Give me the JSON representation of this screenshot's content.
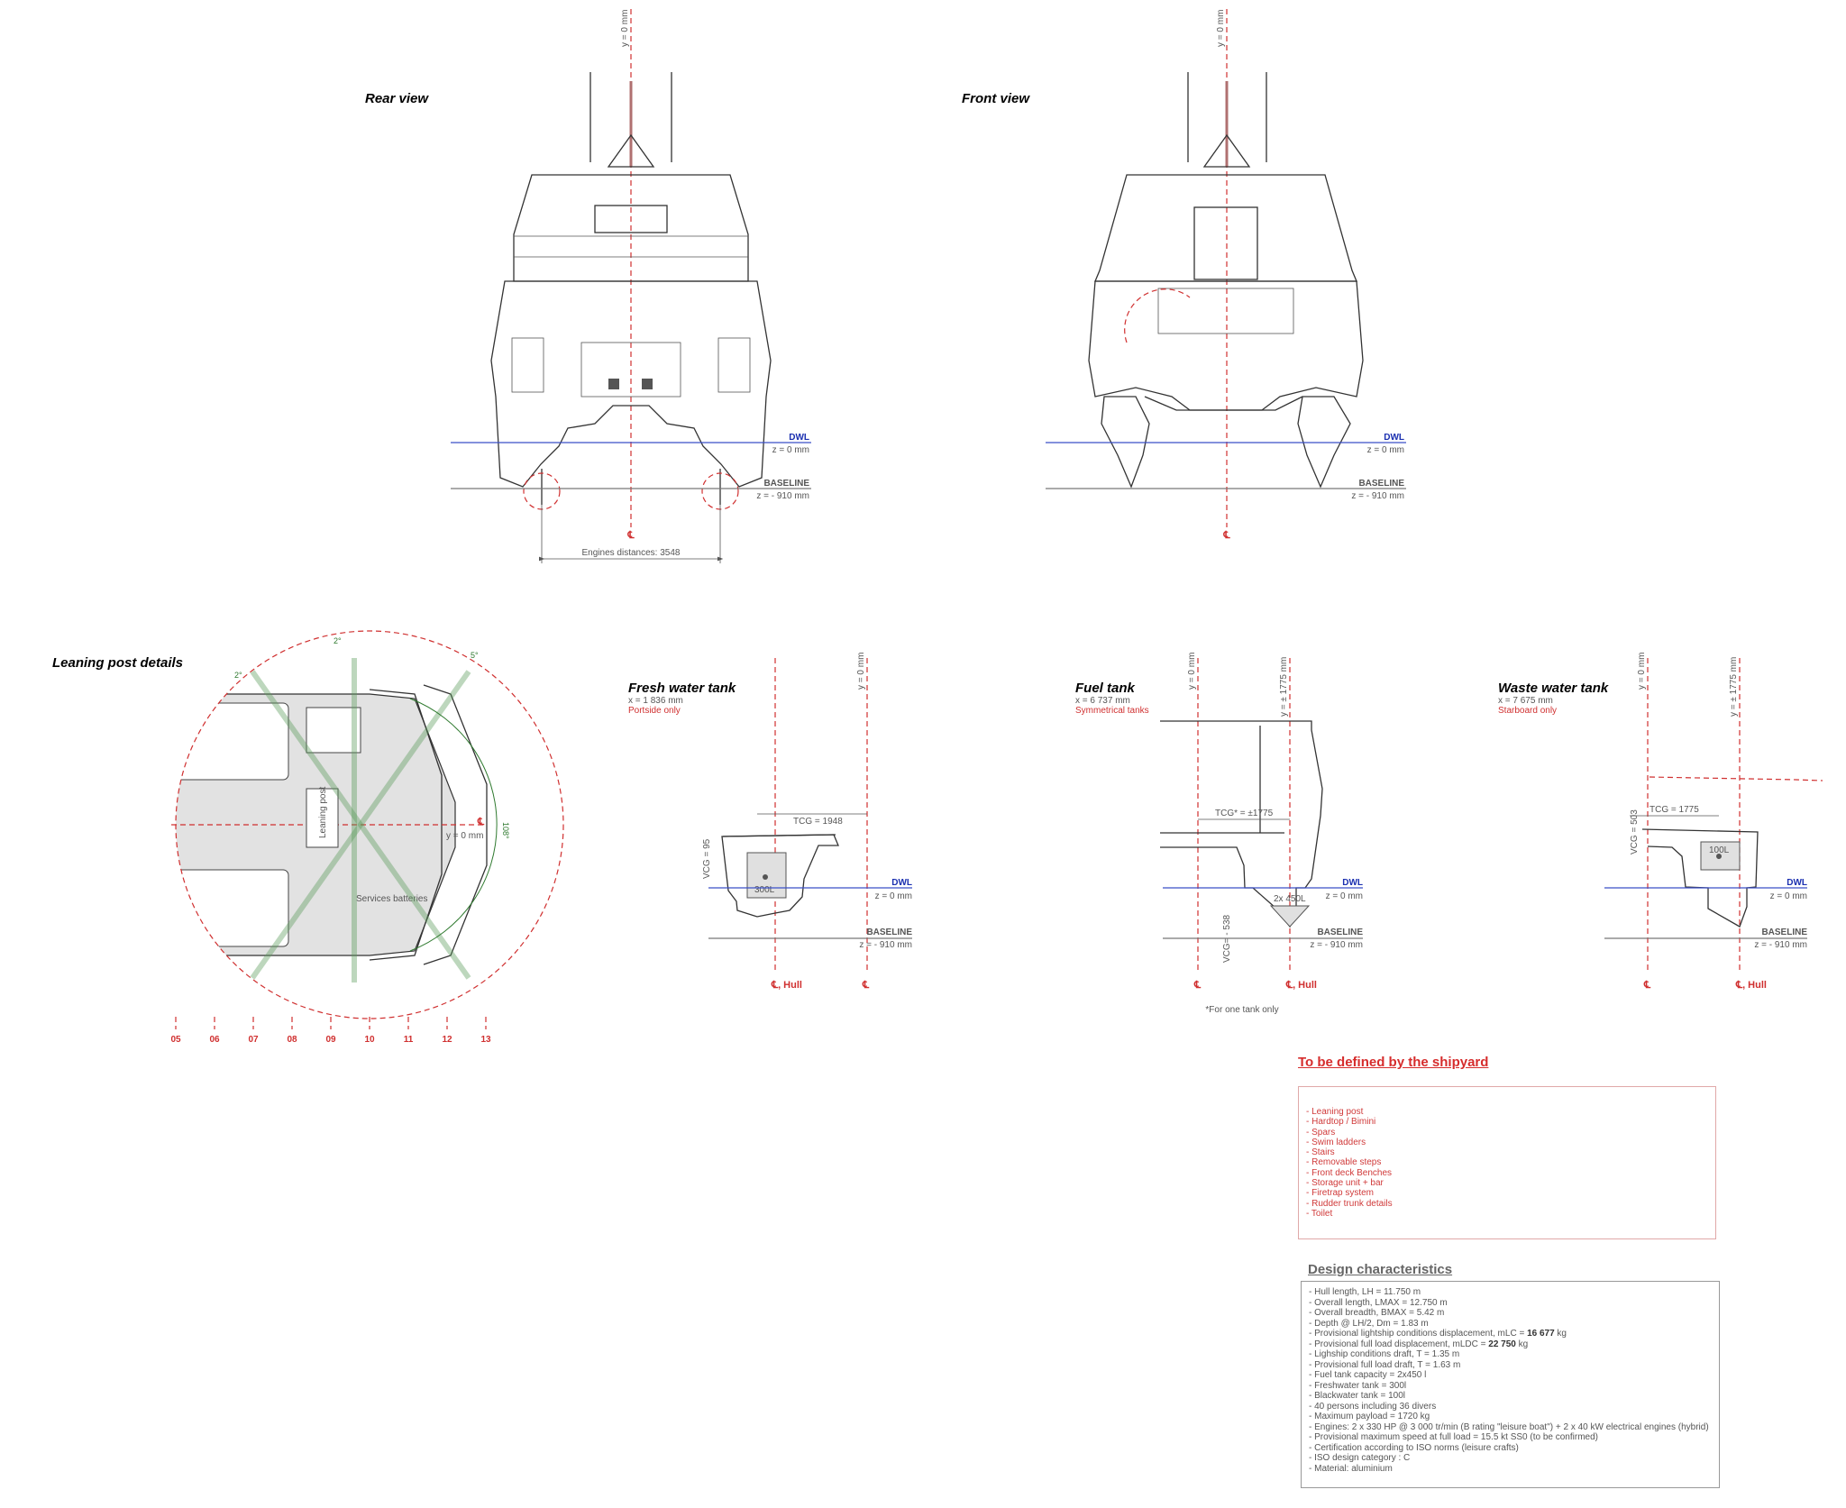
{
  "rear_view": {
    "title": "Rear view",
    "centerline_label": "y = 0 mm",
    "dwl_label": "DWL",
    "dwl_z": "z = 0 mm",
    "baseline_label": "BASELINE",
    "baseline_z": "z = - 910 mm",
    "cl_symbol": "℄",
    "engines_distance": "Engines distances: 3548"
  },
  "front_view": {
    "title": "Front view",
    "centerline_label": "y = 0 mm",
    "dwl_label": "DWL",
    "dwl_z": "z = 0 mm",
    "baseline_label": "BASELINE",
    "baseline_z": "z = - 910 mm",
    "cl_symbol": "℄"
  },
  "leaning_post": {
    "title": "Leaning post details",
    "post_label": "Leaning post",
    "batteries_label": "Services batteries",
    "centerline_label": "y = 0 mm",
    "cl_symbol": "℄",
    "angles": [
      "2°",
      "2°",
      "5°",
      "108°"
    ],
    "frames": [
      "05",
      "06",
      "07",
      "08",
      "09",
      "10",
      "11",
      "12",
      "13"
    ]
  },
  "fresh_water_tank": {
    "title": "Fresh water tank",
    "x": "x = 1 836 mm",
    "note": "Portside only",
    "tcg": "TCG = 1948",
    "vcg": "VCG = 95",
    "volume": "300L",
    "centerline_label": "y = 0 mm",
    "dwl_label": "DWL",
    "dwl_z": "z = 0 mm",
    "baseline_label": "BASELINE",
    "baseline_z": "z = - 910 mm",
    "cl_hull": "℄, Hull",
    "cl": "℄"
  },
  "fuel_tank": {
    "title": "Fuel tank",
    "x": "x = 6 737 mm",
    "note": "Symmetrical tanks",
    "tcg": "TCG* = ±1775",
    "vcg": "VCG= - 538",
    "volume": "2x 450L",
    "centerline_label": "y = 0 mm",
    "offset_label": "y = ± 1775 mm",
    "dwl_label": "DWL",
    "dwl_z": "z = 0 mm",
    "baseline_label": "BASELINE",
    "baseline_z": "z = - 910 mm",
    "cl_hull": "℄, Hull",
    "cl": "℄",
    "footnote": "*For one tank only"
  },
  "waste_water_tank": {
    "title": "Waste water tank",
    "x": "x = 7 675 mm",
    "note": "Starboard only",
    "tcg": "TCG = 1775",
    "vcg": "VCG = 503",
    "volume": "100L",
    "centerline_label": "y = 0 mm",
    "offset_label": "y = ± 1775 mm",
    "dwl_label": "DWL",
    "dwl_z": "z = 0 mm",
    "baseline_label": "BASELINE",
    "baseline_z": "z = - 910 mm",
    "cl_hull": "℄, Hull",
    "cl": "℄"
  },
  "shipyard": {
    "heading": "To be defined by the shipyard",
    "items": [
      "- Leaning post",
      "- Hardtop / Bimini",
      "- Spars",
      "- Swim ladders",
      "- Stairs",
      "- Removable steps",
      "- Front deck Benches",
      "- Storage unit + bar",
      "- Firetrap system",
      "- Rudder trunk details",
      "- Toilet"
    ]
  },
  "design": {
    "heading": "Design characteristics",
    "items": [
      "- Hull length, LH =  11.750 m",
      "- Overall length, LMAX = 12.750 m",
      "- Overall breadth, BMAX =  5.42 m",
      "- Depth @ LH/2, Dm = 1.83 m",
      "- Provisional lightship conditions displacement, mLC = ",
      "- Provisional full load displacement, mLDC = ",
      "- Lighship conditions draft, T =  1.35 m",
      "- Provisional full load draft, T =  1.63 m",
      "- Fuel tank capacity = 2x450 l",
      "- Freshwater tank = 300l",
      "- Blackwater tank = 100l",
      "- 40 persons including 36 divers",
      "- Maximum payload = 1720 kg",
      "- Engines:  2 x 330 HP @ 3 000 tr/min (B rating \"leisure boat\") + 2 x 40 kW electrical engines (hybrid)",
      "- Provisional maximum speed at full load = 15.5 kt SS0 (to be confirmed)",
      "- Certification according to ISO norms (leisure crafts)",
      "- ISO design category : C",
      "- Material: aluminium"
    ],
    "mlc_value": "16 677",
    "mldc_value": "22 750",
    "unit_kg": " kg"
  },
  "colors": {
    "centerline": "#d03030",
    "waterline": "#3b4fc8",
    "angle": "#2f7a2f",
    "note": "#d62c2c"
  }
}
